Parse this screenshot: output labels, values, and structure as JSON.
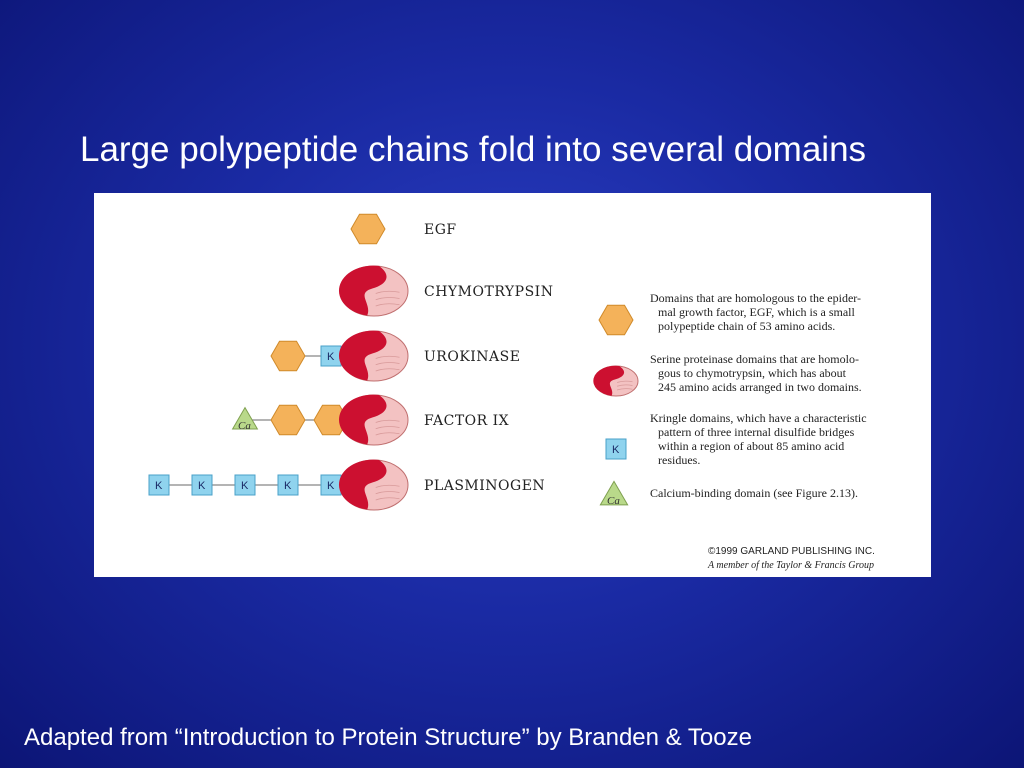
{
  "slide": {
    "title": "Large polypeptide chains fold into several domains",
    "credit": "Adapted from “Introduction to Protein Structure” by Branden & Tooze"
  },
  "figure": {
    "colors": {
      "egf": "#f4b25a",
      "serine_dark": "#cc1030",
      "serine_light": "#f3c2c2",
      "kringle": "#8fd3ee",
      "calcium": "#b9d98a",
      "line": "#888888"
    },
    "proteins": [
      {
        "label": "EGF",
        "chain": [
          "egf"
        ]
      },
      {
        "label": "CHYMOTRYPSIN",
        "chain": [
          "serine"
        ]
      },
      {
        "label": "UROKINASE",
        "chain": [
          "egf",
          "kringle",
          "serine"
        ]
      },
      {
        "label": "FACTOR IX",
        "chain": [
          "calcium",
          "egf",
          "egf",
          "serine"
        ]
      },
      {
        "label": "PLASMINOGEN",
        "chain": [
          "kringle",
          "kringle",
          "kringle",
          "kringle",
          "kringle",
          "serine"
        ]
      }
    ],
    "kringle_letter": "K",
    "calcium_letter": "Ca",
    "legend": [
      {
        "shape": "egf",
        "lines": [
          "Domains that are homologous to the epider-",
          "mal growth factor, EGF, which is a small",
          "polypeptide chain of 53 amino acids."
        ]
      },
      {
        "shape": "serine",
        "lines": [
          "Serine proteinase domains that are homolo-",
          "gous to chymotrypsin, which has about",
          "245 amino acids arranged in two domains."
        ]
      },
      {
        "shape": "kringle",
        "lines": [
          "Kringle domains, which have a characteristic",
          "pattern of three internal disulfide bridges",
          "within a region of about 85 amino acid",
          "residues."
        ]
      },
      {
        "shape": "calcium",
        "lines": [
          "Calcium-binding domain (see Figure 2.13)."
        ]
      }
    ],
    "copyright": [
      "©1999 GARLAND PUBLISHING INC.",
      "A member of the Taylor & Francis Group"
    ]
  }
}
